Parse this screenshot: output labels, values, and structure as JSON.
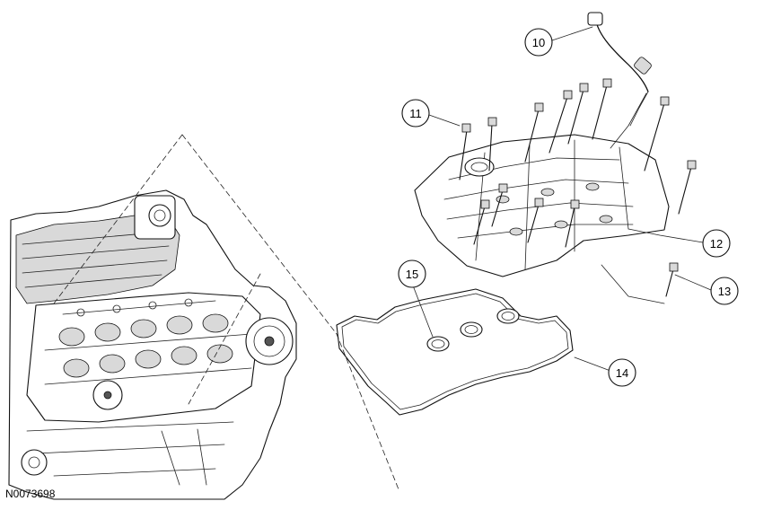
{
  "figure": {
    "id_label": "N0073698"
  },
  "callouts": [
    {
      "label": "10"
    },
    {
      "label": "11"
    },
    {
      "label": "12"
    },
    {
      "label": "13"
    },
    {
      "label": "14"
    },
    {
      "label": "15"
    }
  ]
}
